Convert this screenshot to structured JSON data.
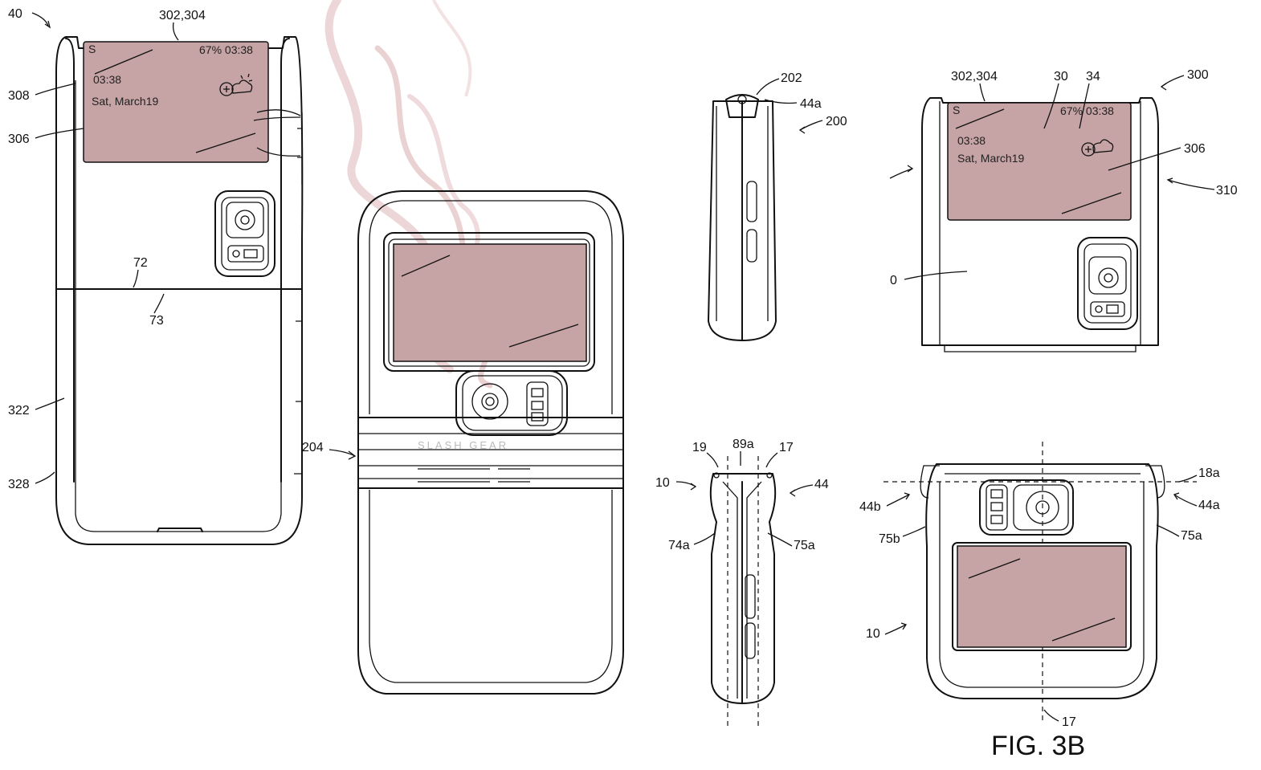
{
  "labels": {
    "l40": "40",
    "l302_304_a": "302,304",
    "l308": "308",
    "l306_a": "306",
    "l72": "72",
    "l73": "73",
    "l322": "322",
    "l328": "328",
    "l204": "204",
    "l202": "202",
    "l44a_top": "44a",
    "l200": "200",
    "l302_304_b": "302,304",
    "l30": "30",
    "l34": "34",
    "l300": "300",
    "l306_b": "306",
    "l310": "310",
    "l0": "0",
    "l19": "19",
    "l89a": "89a",
    "l17_top": "17",
    "l10_side": "10",
    "l44": "44",
    "l74a": "74a",
    "l75a_side": "75a",
    "l18a": "18a",
    "l44b": "44b",
    "l44a_bottom": "44a",
    "l75b": "75b",
    "l75a_bottom": "75a",
    "l10_bottom": "10",
    "l17_bottom": "17"
  },
  "screen_left": {
    "carrier": "S",
    "status": "67% 03:38",
    "time": "03:38",
    "date": "Sat, March19"
  },
  "screen_right": {
    "carrier": "S",
    "status": "67% 03:38",
    "time": "03:38",
    "date": "Sat, March19"
  },
  "watermark": "SLASH GEAR",
  "figure_caption": "FIG. 3B",
  "colors": {
    "screen_tint": "#c6a3a4",
    "smoke": "#b96a70",
    "line": "#111111"
  }
}
